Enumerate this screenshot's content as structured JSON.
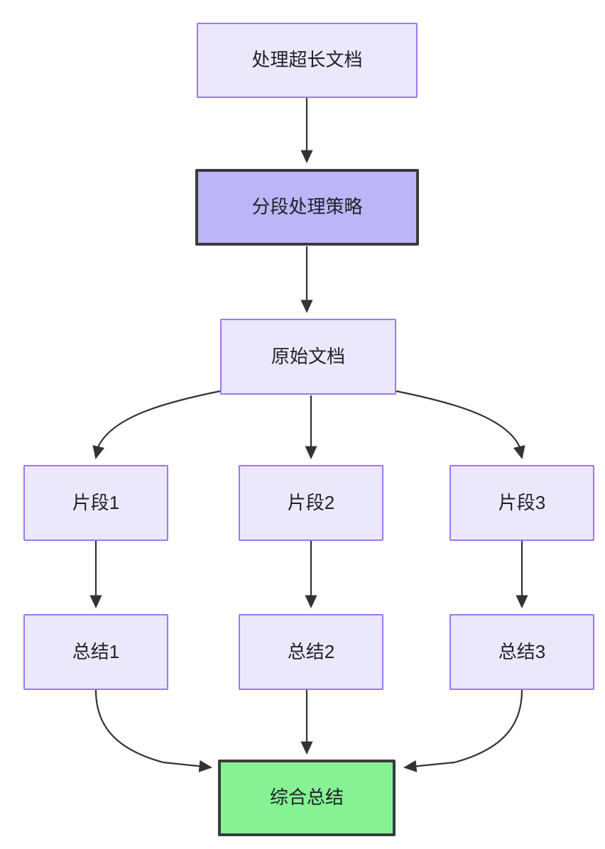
{
  "diagram": {
    "type": "flowchart",
    "direction": "top-down",
    "background_color": "#ffffff",
    "title": "",
    "palette": {
      "node_fill_default": "#ece8fc",
      "node_stroke_default": "#9d77ec",
      "node_fill_emphasis": "#bcb6f8",
      "node_fill_result": "#86f294",
      "node_stroke_strong": "#3a3a3f",
      "edge_color": "#333333",
      "text_color": "#1f1f27"
    },
    "nodes": [
      {
        "id": "doc",
        "label": "处理超长文档",
        "style": "default"
      },
      {
        "id": "strategy",
        "label": "分段处理策略",
        "style": "strategy"
      },
      {
        "id": "source",
        "label": "原始文档",
        "style": "default"
      },
      {
        "id": "frag1",
        "label": "片段1",
        "style": "default"
      },
      {
        "id": "frag2",
        "label": "片段2",
        "style": "default"
      },
      {
        "id": "frag3",
        "label": "片段3",
        "style": "default"
      },
      {
        "id": "sum1",
        "label": "总结1",
        "style": "default"
      },
      {
        "id": "sum2",
        "label": "总结2",
        "style": "default"
      },
      {
        "id": "sum3",
        "label": "总结3",
        "style": "default"
      },
      {
        "id": "final",
        "label": "综合总结",
        "style": "result"
      }
    ],
    "edges": [
      {
        "from": "doc",
        "to": "strategy",
        "label": "",
        "shape": "straight"
      },
      {
        "from": "strategy",
        "to": "source",
        "label": "",
        "shape": "straight"
      },
      {
        "from": "source",
        "to": "frag1",
        "label": "",
        "shape": "curve-left"
      },
      {
        "from": "source",
        "to": "frag2",
        "label": "",
        "shape": "straight"
      },
      {
        "from": "source",
        "to": "frag3",
        "label": "",
        "shape": "curve-right"
      },
      {
        "from": "frag1",
        "to": "sum1",
        "label": "",
        "shape": "straight"
      },
      {
        "from": "frag2",
        "to": "sum2",
        "label": "",
        "shape": "straight"
      },
      {
        "from": "frag3",
        "to": "sum3",
        "label": "",
        "shape": "straight"
      },
      {
        "from": "sum1",
        "to": "final",
        "label": "",
        "shape": "curve-right"
      },
      {
        "from": "sum2",
        "to": "final",
        "label": "",
        "shape": "straight"
      },
      {
        "from": "sum3",
        "to": "final",
        "label": "",
        "shape": "curve-left"
      }
    ]
  }
}
